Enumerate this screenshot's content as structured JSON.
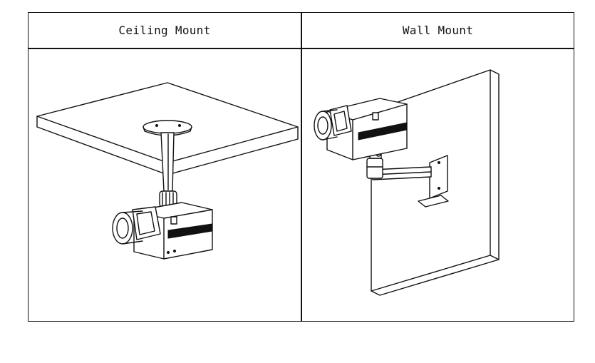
{
  "table": {
    "headers": {
      "left": "Ceiling Mount",
      "right": "Wall Mount"
    }
  },
  "illustrations": {
    "left_icon": "ceiling-mounted-box-camera",
    "right_icon": "wall-mounted-box-camera"
  }
}
